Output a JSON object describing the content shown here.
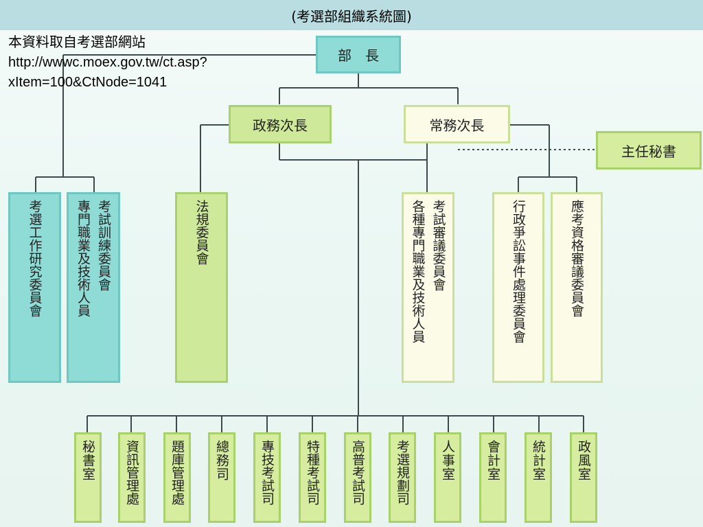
{
  "title": "(考選部組織系統圖)",
  "note": {
    "line1": "本資料取自考選部網站",
    "line2": "http://wwwc.moex.gov.tw/ct.asp?",
    "line3": "xItem=100&CtNode=1041"
  },
  "top": {
    "minister": "部　長"
  },
  "deputies": {
    "political": "政務次長",
    "administrative": "常務次長"
  },
  "secretary": "主任秘書",
  "committees": {
    "c1": "考選工作研究委員會",
    "c2a": "專門職業及技術人員",
    "c2b": "考試訓練委員會",
    "c3": "法規委員會",
    "c4a": "各種專門職業及技術人員",
    "c4b": "考試審議委員會",
    "c5": "行政爭訟事件處理委員會",
    "c6": "應考資格審議委員會"
  },
  "departments": [
    "秘書室",
    "資訊管理處",
    "題庫管理處",
    "總務司",
    "專技考試司",
    "特種考試司",
    "高普考試司",
    "考選規劃司",
    "人事室",
    "會計室",
    "統計室",
    "政風室"
  ],
  "colors": {
    "titlebar": "#b9dde0",
    "teal": "#8fdbd6",
    "green": "#cfe99a",
    "cream": "#fbfbe8",
    "line": "#3c4a4a"
  }
}
